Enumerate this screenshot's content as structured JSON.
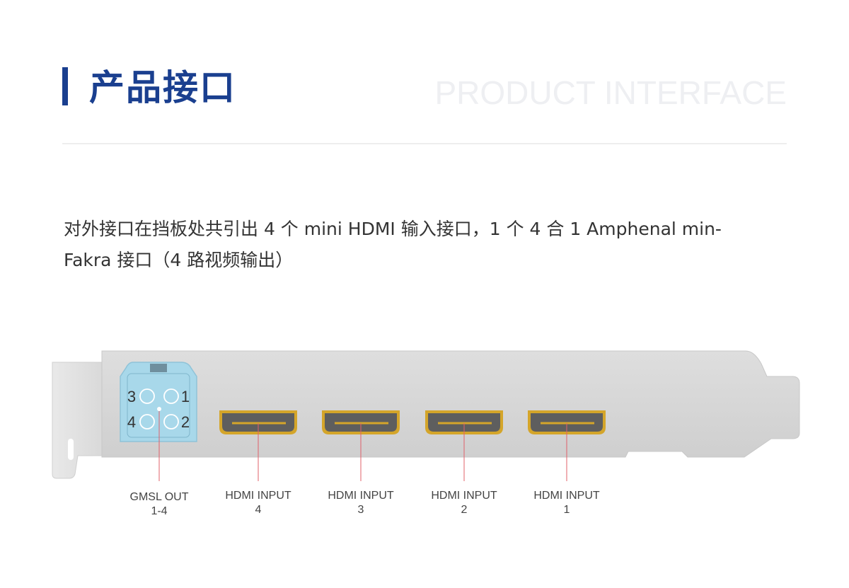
{
  "header": {
    "title_cn": "产品接口",
    "title_en": "PRODUCT INTERFACE"
  },
  "description": {
    "line1": "对外接口在挡板处共引出 4 个 mini HDMI 输入接口，1 个 4 合 1 Amphenal min-",
    "line2": "Fakra 接口（4 路视频输出）"
  },
  "connector": {
    "pins": [
      "3",
      "1",
      "4",
      "2"
    ]
  },
  "labels": [
    {
      "line1": "GMSL OUT",
      "line2": "1-4"
    },
    {
      "line1": "HDMI INPUT",
      "line2": "4"
    },
    {
      "line1": "HDMI INPUT",
      "line2": "3"
    },
    {
      "line1": "HDMI INPUT",
      "line2": "2"
    },
    {
      "line1": "HDMI INPUT",
      "line2": "1"
    }
  ],
  "colors": {
    "brand": "#1a3f8f",
    "bracket": "#d8d8d8",
    "fakra": "#a8d8ea",
    "hdmi_gold": "#d4a52a",
    "leader": "#e0606a"
  }
}
